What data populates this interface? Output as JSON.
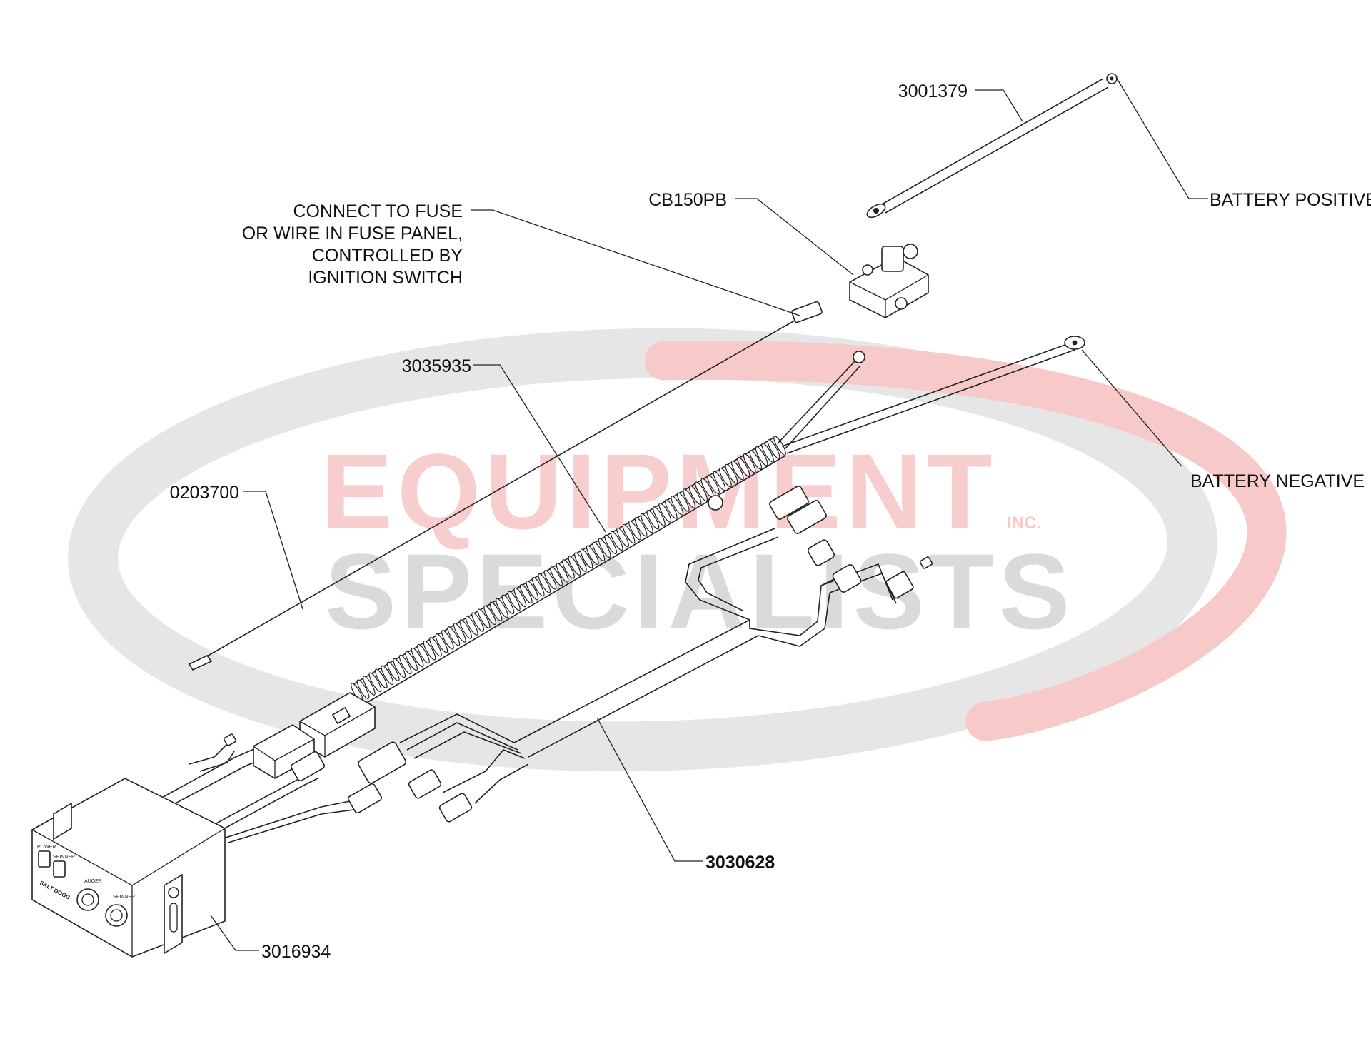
{
  "watermark": {
    "line1": "EQUIPMENT",
    "line2": "SPECIALISTS",
    "suffix": "INC.",
    "colors": {
      "red": "#e53935",
      "gray": "#9e9e9e"
    }
  },
  "callouts": {
    "battery_cable": "3001379",
    "battery_positive": "BATTERY POSITIVE",
    "circuit_breaker": "CB150PB",
    "fuse_note": [
      "CONNECT TO FUSE",
      "OR WIRE IN FUSE PANEL,",
      "CONTROLLED BY",
      "IGNITION SWITCH"
    ],
    "power_harness": "3035935",
    "battery_negative": "BATTERY NEGATIVE",
    "fuse_wire": "0203700",
    "control_harness": "3030628",
    "control_box": "3016934"
  },
  "control_box_labels": {
    "switch1": "POWER",
    "switch2": "SPINNER",
    "knob1": "AUGER",
    "knob2": "SPINNER",
    "brand": "SALT DOGG"
  }
}
